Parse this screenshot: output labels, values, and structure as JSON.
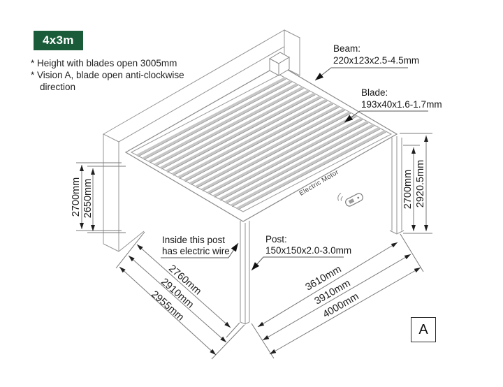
{
  "header": {
    "size_badge": "4x3m",
    "badge_color": "#1a5c3a",
    "notes": [
      "* Height with blades open 3005mm",
      "* Vision A, blade open anti-clockwise",
      "direction"
    ]
  },
  "annotations": {
    "beam_label": "Beam:",
    "beam_spec": "220x123x2.5-4.5mm",
    "blade_label": "Blade:",
    "blade_spec": "193x40x1.6-1.7mm",
    "post_label": "Post:",
    "post_spec": "150x150x2.0-3.0mm",
    "electric_wire_note_line1": "Inside this post",
    "electric_wire_note_line2": "has electric wire",
    "motor_label": "Electric Motor"
  },
  "dimensions": {
    "wall_side_height_outer": "2700mm",
    "wall_side_height_inner": "2650mm",
    "front_side_height_inner": "2700mm",
    "front_side_height_outer": "2920.5mm",
    "depth": [
      "2760mm",
      "2910mm",
      "2955mm"
    ],
    "width": [
      "3610mm",
      "3910mm",
      "4000mm"
    ]
  },
  "view_label": "A",
  "colors": {
    "structure_line": "#949494",
    "dimension_line": "#787878",
    "text": "#1d1d1d"
  }
}
